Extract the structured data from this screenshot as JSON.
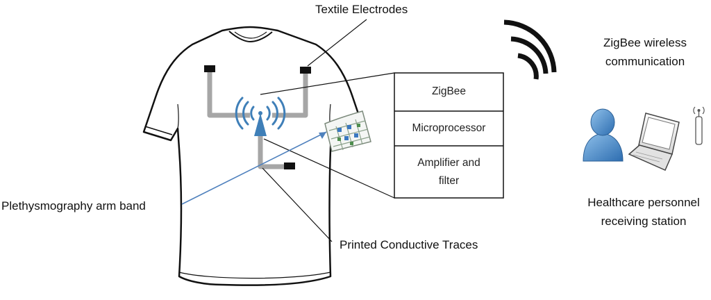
{
  "labels": {
    "textile_electrodes": "Textile Electrodes",
    "zigbee_wireless_line1": "ZigBee wireless",
    "zigbee_wireless_line2": "communication",
    "plethysmography": "Plethysmography arm band",
    "printed_traces": "Printed Conductive Traces",
    "healthcare_line1": "Healthcare personnel",
    "healthcare_line2": "receiving station"
  },
  "module_box": {
    "zigbee": "ZigBee",
    "microprocessor": "Microprocessor",
    "amplifier_line1": "Amplifier and",
    "amplifier_line2": "filter"
  },
  "colors": {
    "trace_gray": "#a6a6a6",
    "antenna_blue": "#3f7fb8",
    "arrow_blue": "#4f81bd",
    "person_blue": "#3d7fc0",
    "outline_black": "#111111"
  },
  "icons": [
    "tshirt",
    "antenna",
    "wireless-waves",
    "armband-sensor",
    "person",
    "laptop",
    "router-antenna"
  ]
}
